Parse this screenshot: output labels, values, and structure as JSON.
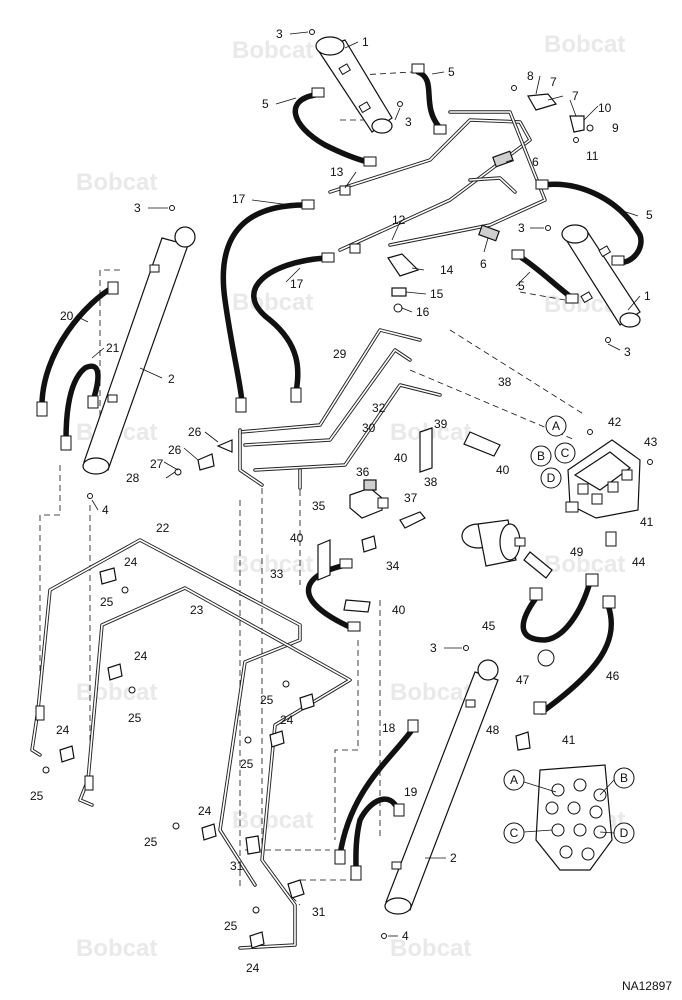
{
  "watermark": "Bobcat",
  "drawing_number": "NA12897",
  "callouts": {
    "c1a": "1",
    "c1b": "1",
    "c2a": "2",
    "c2b": "2",
    "c3a": "3",
    "c3b": "3",
    "c3c": "3",
    "c3d": "3",
    "c3e": "3",
    "c3f": "3",
    "c4a": "4",
    "c4b": "4",
    "c5a": "5",
    "c5b": "5",
    "c5c": "5",
    "c5d": "5",
    "c6a": "6",
    "c6b": "6",
    "c7a": "7",
    "c7b": "7",
    "c8": "8",
    "c9": "9",
    "c10": "10",
    "c11": "11",
    "c12": "12",
    "c13": "13",
    "c14": "14",
    "c15": "15",
    "c16": "16",
    "c17a": "17",
    "c17b": "17",
    "c18": "18",
    "c19": "19",
    "c20": "20",
    "c21": "21",
    "c22": "22",
    "c23": "23",
    "c24a": "24",
    "c24b": "24",
    "c24c": "24",
    "c24d": "24",
    "c24e": "24",
    "c24f": "24",
    "c25a": "25",
    "c25b": "25",
    "c25c": "25",
    "c25d": "25",
    "c25e": "25",
    "c25f": "25",
    "c25g": "25",
    "c26a": "26",
    "c26b": "26",
    "c27": "27",
    "c28": "28",
    "c29": "29",
    "c30": "30",
    "c31a": "31",
    "c31b": "31",
    "c32": "32",
    "c33": "33",
    "c34": "34",
    "c35": "35",
    "c36": "36",
    "c37": "37",
    "c38a": "38",
    "c38b": "38",
    "c39": "39",
    "c40a": "40",
    "c40b": "40",
    "c40c": "40",
    "c40d": "40",
    "c41a": "41",
    "c41b": "41",
    "c42": "42",
    "c43": "43",
    "c44": "44",
    "c45": "45",
    "c46": "46",
    "c47": "47",
    "c48": "48",
    "c49": "49"
  },
  "port_letters": {
    "a1": "A",
    "b1": "B",
    "c1": "C",
    "d1": "D",
    "a2": "A",
    "b2": "B",
    "c2": "C",
    "d2": "D"
  }
}
